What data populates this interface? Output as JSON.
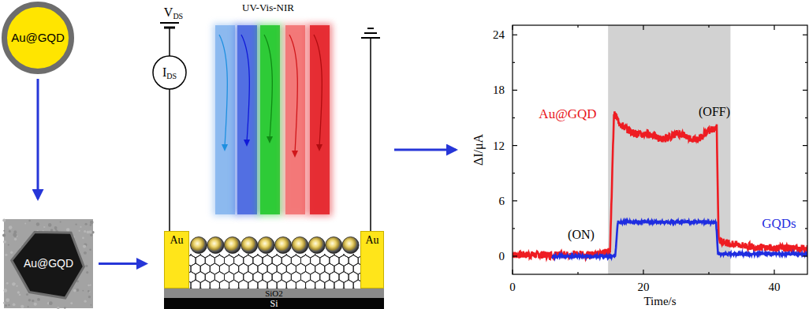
{
  "diagram": {
    "nodes": [
      {
        "text": [
          "Au@GQD"
        ]
      },
      {
        "text": [
          "Au@GQD"
        ]
      },
      {
        "text": [
          "UV-Vis-NIR"
        ]
      },
      {
        "text": [
          "IDS"
        ],
        "in": 2
      },
      {
        "text": [
          "Au"
        ],
        "in": 2
      },
      {
        "text": [
          "Au"
        ],
        "in": 2
      },
      {
        "text": [
          "SiO2"
        ],
        "in": 2
      },
      {
        "text": [
          "Si"
        ],
        "in": 2
      },
      {
        "text": [
          "ΔI/μA",
          "Time/s"
        ]
      }
    ],
    "edges": [
      {
        "from": 0,
        "to": 1,
        "arrow": "to"
      },
      {
        "from": 1,
        "to": 2,
        "arrow": "to"
      },
      {
        "from": 2,
        "to": 8,
        "arrow": "to"
      }
    ],
    "labels": [
      "VDS",
      "24",
      "18",
      "12",
      "6",
      "0",
      "0",
      "20",
      "40",
      "Au@GQD",
      "(OFF)",
      "(ON)",
      "GQDs"
    ]
  }
}
